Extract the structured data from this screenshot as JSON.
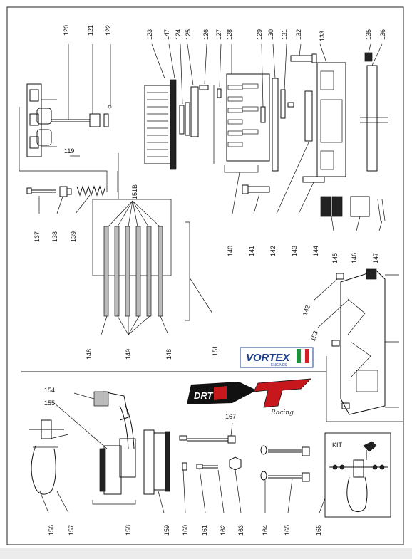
{
  "brand": {
    "vortex_logo_text": "VORTEX",
    "vortex_sub_text": "ENGINES",
    "drt_logo_text": "DRT",
    "drt_script_text": "Racing"
  },
  "kit_label": "KIT",
  "callouts": {
    "p120": "120",
    "p121": "121",
    "p122": "122",
    "p119": "119",
    "p123": "123",
    "p147a": "147",
    "p124": "124",
    "p125": "125",
    "p126": "126",
    "p127": "127",
    "p128": "128",
    "p129": "129",
    "p130": "130",
    "p131": "131",
    "p132": "132",
    "p133": "133",
    "p135": "135",
    "p136": "136",
    "p151B": "151B",
    "p137": "137",
    "p138": "138",
    "p139": "139",
    "p140": "140",
    "p141": "141",
    "p142a": "142",
    "p143": "143",
    "p144": "144",
    "p145": "145",
    "p146": "146",
    "p147b": "147",
    "p148a": "148",
    "p149": "149",
    "p148b": "148",
    "p151": "151",
    "p142b": "142",
    "p153": "153",
    "p154": "154",
    "p155": "155",
    "p167": "167",
    "p156": "156",
    "p157": "157",
    "p158": "158",
    "p159": "159",
    "p160": "160",
    "p161": "161",
    "p162": "162",
    "p163": "163",
    "p164": "164",
    "p165": "165",
    "p166": "166"
  },
  "colors": {
    "vortex_blue": "#1f3f8f",
    "italy_green": "#1e8f3a",
    "italy_red": "#d21f26",
    "drt_red": "#c8161d"
  }
}
